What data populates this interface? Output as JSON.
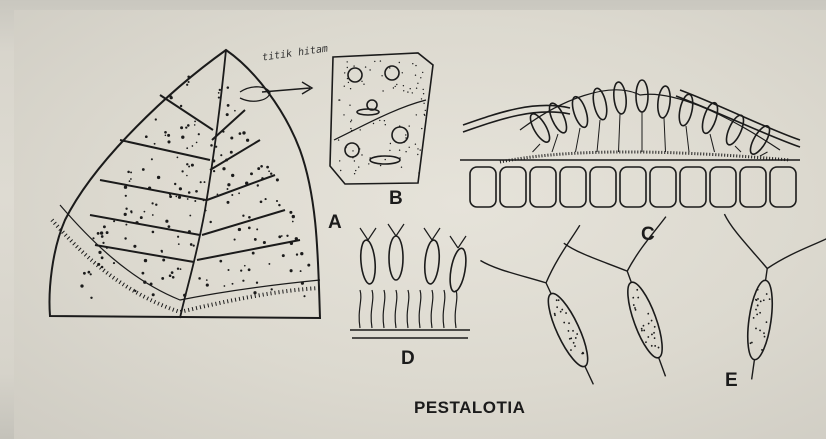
{
  "figure": {
    "labels": {
      "a": "A",
      "b": "B",
      "c": "C",
      "d": "D",
      "e": "E"
    },
    "title": "PESTALOTIA",
    "handwritten_note": "titik hitam"
  },
  "colors": {
    "ink": "#1b1b1b",
    "paper": "#dedbd2",
    "shadow": "#c4c2ba"
  }
}
